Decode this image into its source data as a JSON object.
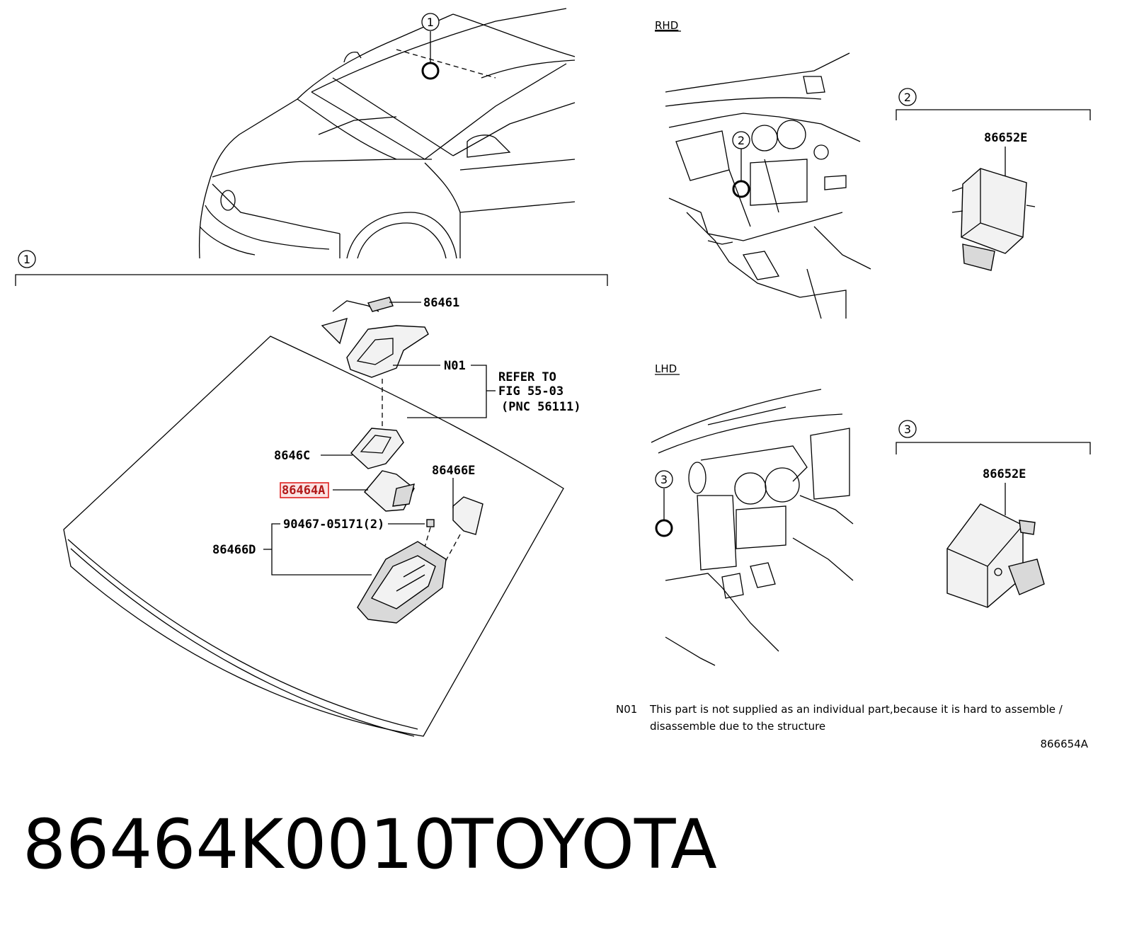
{
  "callouts": {
    "c1_car": "1",
    "c1_group": "1",
    "c2_dash": "2",
    "c2_group": "2",
    "c3_dash": "3",
    "c3_group": "3"
  },
  "views": {
    "rhd": "RHD",
    "lhd": "LHD"
  },
  "parts": {
    "p86461": "86461",
    "n01": "N01",
    "refer_line1": "REFER TO",
    "refer_line2": "FIG 55-03",
    "refer_line3": "(PNC 56111)",
    "p8646c": "8646C",
    "p86464a": "86464A",
    "p86466e": "86466E",
    "p90467": "90467-05171(2)",
    "p86466d": "86466D",
    "p86652e_top": "86652E",
    "p86652e_bottom": "86652E"
  },
  "highlight_color": "#e0201f",
  "note": {
    "code": "N01",
    "line1": "This part is not supplied as an individual part,because it is hard to assemble /",
    "line2": "disassemble due to the structure"
  },
  "diagram_id": "866654A",
  "footer": {
    "part_number": "86464K0010",
    "brand": "TOYOTA"
  }
}
